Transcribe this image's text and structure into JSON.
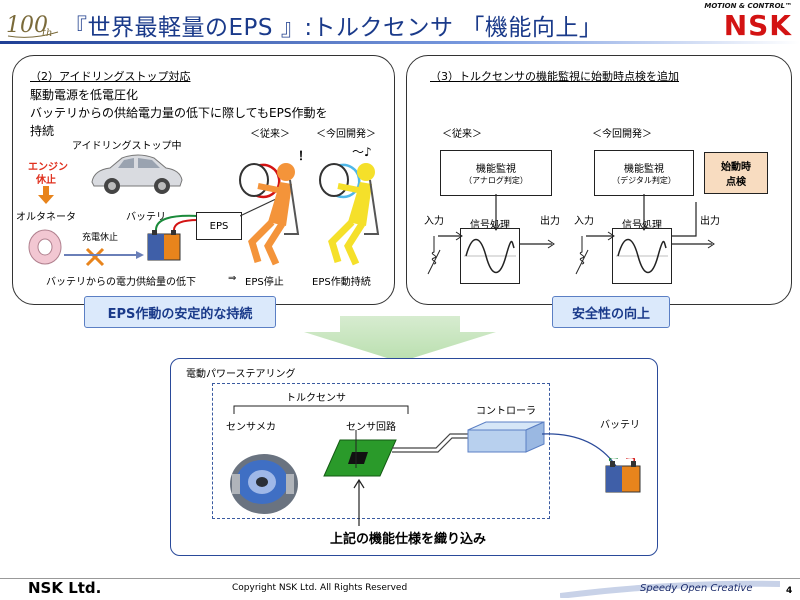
{
  "header": {
    "title": "『世界最軽量のEPS 』:トルクセンサ 「機能向上」",
    "logo_100th": "100th",
    "brand_tagline": "MOTION & CONTROL™",
    "brand_name": "NSK"
  },
  "left_panel": {
    "heading": "（2）アイドリングストップ対応",
    "line1": "駆動電源を低電圧化",
    "line2": "バッテリからの供給電力量の低下に際してもEPS作動を",
    "line3": "持続",
    "label_conventional": "＜従来＞",
    "label_this_dev": "＜今回開発＞",
    "idling_stop": "アイドリングストップ中",
    "engine_stop_1": "エンジン",
    "engine_stop_2": "休止",
    "alternator": "オルタネータ",
    "charge_stop": "充電休止",
    "battery": "バッテリ",
    "eps": "EPS",
    "exclaim": "！",
    "music": "～♪",
    "bottom_text": "バッテリからの電力供給量の低下",
    "arrow": "⇒",
    "eps_stop": "EPS停止",
    "eps_continue": "EPS作動持続",
    "badge": "EPS作動の安定的な持続"
  },
  "right_panel": {
    "heading": "（3）トルクセンサの機能監視に始動時点検を追加",
    "label_conventional": "＜従来＞",
    "label_this_dev": "＜今回開発＞",
    "monitor_label": "機能監視",
    "monitor_analog": "（アナログ判定）",
    "monitor_digital": "（デジタル判定）",
    "startup_check_1": "始動時",
    "startup_check_2": "点検",
    "input": "入力",
    "output": "出力",
    "signal_proc": "信号処理",
    "badge": "安全性の向上"
  },
  "bottom_panel": {
    "title": "電動パワーステアリング",
    "torque_sensor": "トルクセンサ",
    "sensor_mech": "センサメカ",
    "sensor_circuit": "センサ回路",
    "controller": "コントローラ",
    "battery": "バッテリ",
    "caption": "上記の機能仕様を織り込み"
  },
  "footer": {
    "company": "NSK Ltd.",
    "copyright": "Copyright NSK Ltd. All Rights Reserved",
    "slogan": "Speedy Open Creative",
    "page": "4"
  },
  "colors": {
    "title": "#1a3a8a",
    "brand_red": "#d31313",
    "badge_bg": "#dbe9fb",
    "badge_border": "#5b7fc4",
    "startup_box": "#f8dcc0",
    "engine_red": "#e0301e",
    "arrow_orange": "#e8841c",
    "sensor_green": "#2a9a2a"
  }
}
